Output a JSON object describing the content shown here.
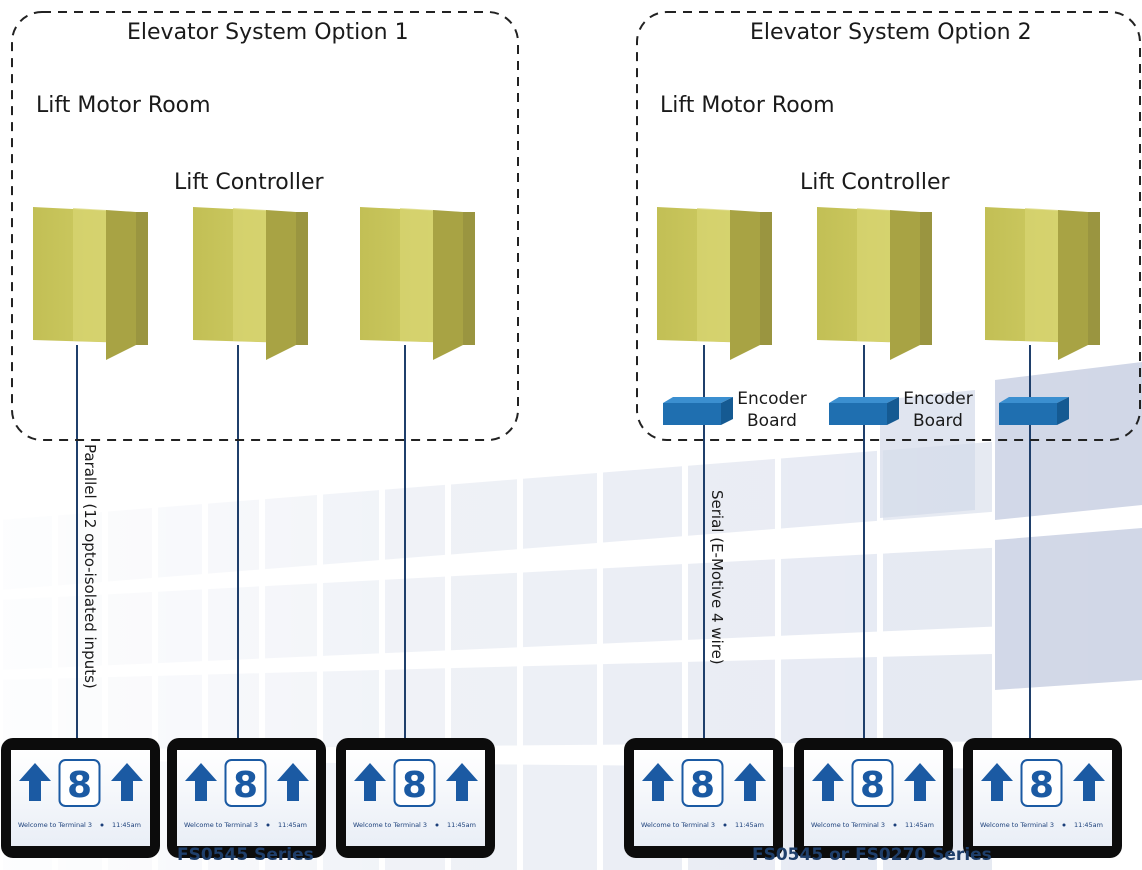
{
  "option1": {
    "title": "Elevator System Option 1",
    "room_label": "Lift Motor Room",
    "controller_label": "Lift Controller",
    "wiring_label": "Parallel (12 opto-isolated inputs)",
    "series_label": "FS0545 Series"
  },
  "option2": {
    "title": "Elevator System Option 2",
    "room_label": "Lift Motor Room",
    "controller_label": "Lift Controller",
    "encoder_labels": [
      "Encoder\nBoard",
      "Encoder\nBoard"
    ],
    "wiring_label": "Serial (E-Motive 4 wire)",
    "series_label": "FS0545 or FS0270 Series"
  },
  "display": {
    "floor_number": "8",
    "message": "Welcome to Terminal 3",
    "time": "11:45am"
  },
  "colors": {
    "cabinet_front": "#c8c55a",
    "cabinet_side": "#a8a344",
    "encoder": "#1f6fb0",
    "wire": "#1f3f6b",
    "display_blue": "#1b5aa3",
    "background_grid": "#dde2ee"
  },
  "icons": {
    "arrow": "up-arrow-icon"
  }
}
